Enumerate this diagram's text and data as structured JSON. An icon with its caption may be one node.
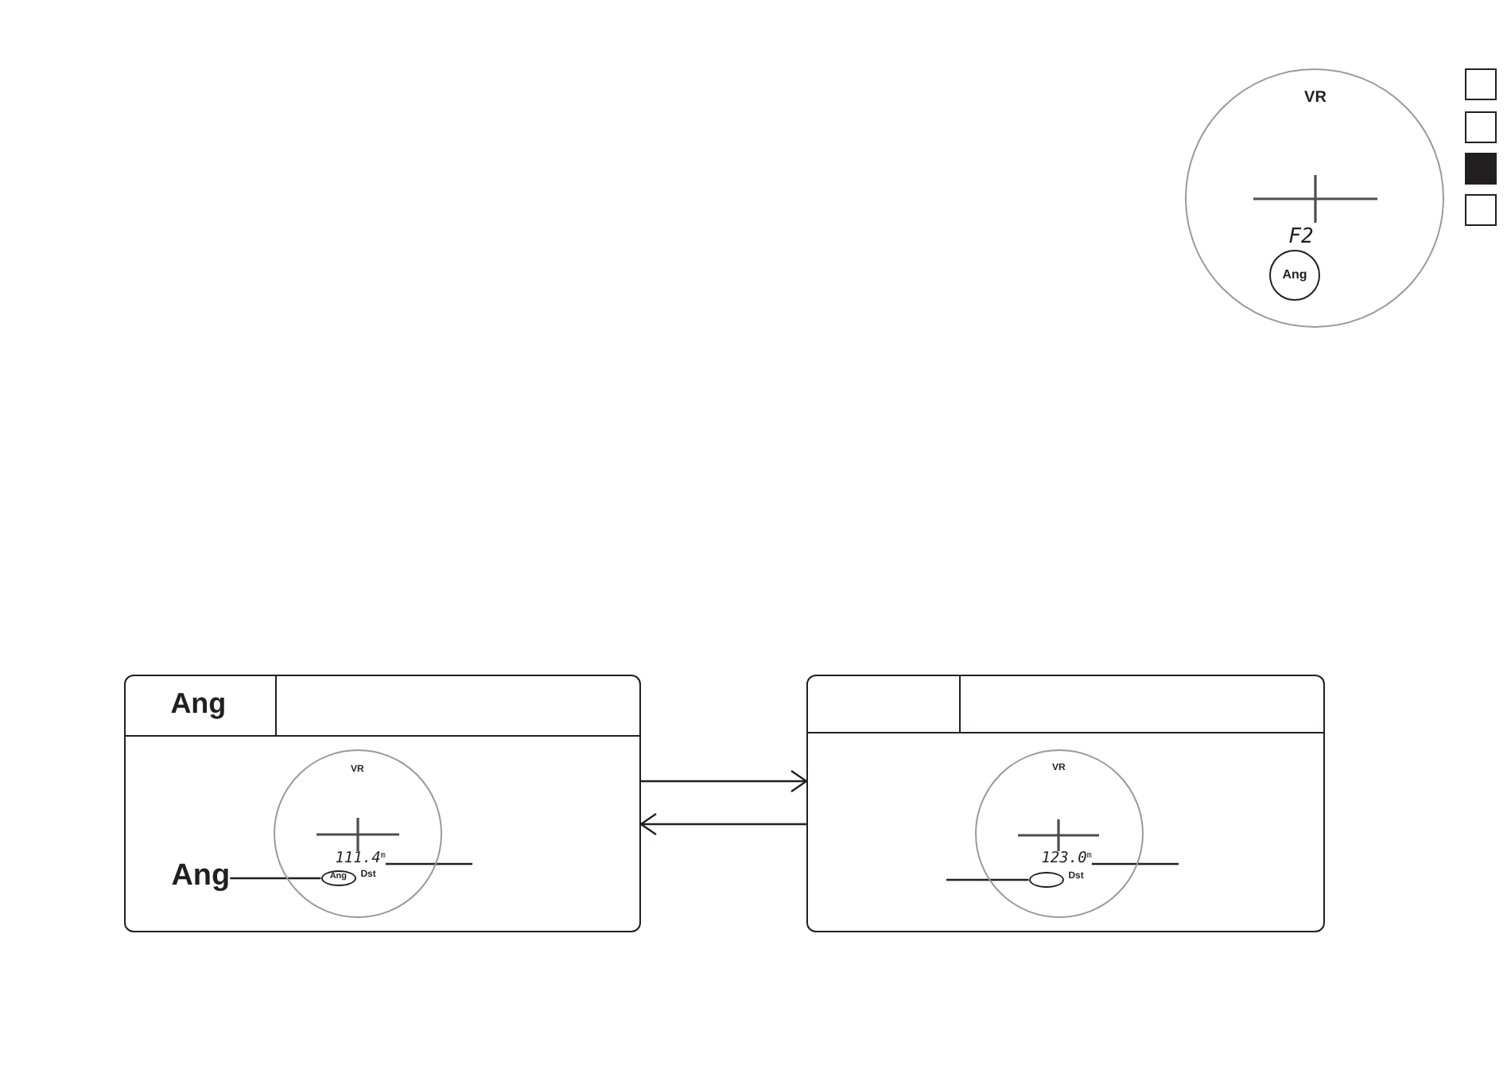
{
  "diagram": {
    "nodes": [
      {
        "text": [
          "VR",
          "F2"
        ]
      },
      {
        "text": [
          "Ang"
        ],
        "in": 0
      },
      {
        "text": [
          "Ang"
        ]
      },
      {
        "text": [
          "VR"
        ],
        "in": 2
      },
      {
        "text": [
          "111.4$^{m}$"
        ],
        "in": 3
      },
      {
        "text": [
          "Ang"
        ],
        "in": 3,
        "beside": [
          "Dst"
        ]
      },
      {
        "text": [
          "Ang"
        ],
        "in": 2
      },
      {
        "text": [],
        "shape": "box"
      },
      {
        "text": [
          "VR"
        ],
        "in": 7
      },
      {
        "text": [
          "123.0$^{m}$"
        ],
        "in": 8
      },
      {
        "text": [],
        "shape": "ellipse",
        "in": 8,
        "beside": [
          "Dst"
        ]
      }
    ],
    "edges": [
      {
        "from": 2,
        "to": 7,
        "arrow": "to"
      },
      {
        "from": 7,
        "to": 2,
        "arrow": "to"
      },
      {
        "from": 6,
        "to": 5,
        "arrow": "none"
      },
      {
        "from": null,
        "to": 4,
        "arrow": "none"
      },
      {
        "from": null,
        "to": 10,
        "arrow": "none"
      },
      {
        "from": null,
        "to": 9,
        "arrow": "none"
      }
    ]
  }
}
